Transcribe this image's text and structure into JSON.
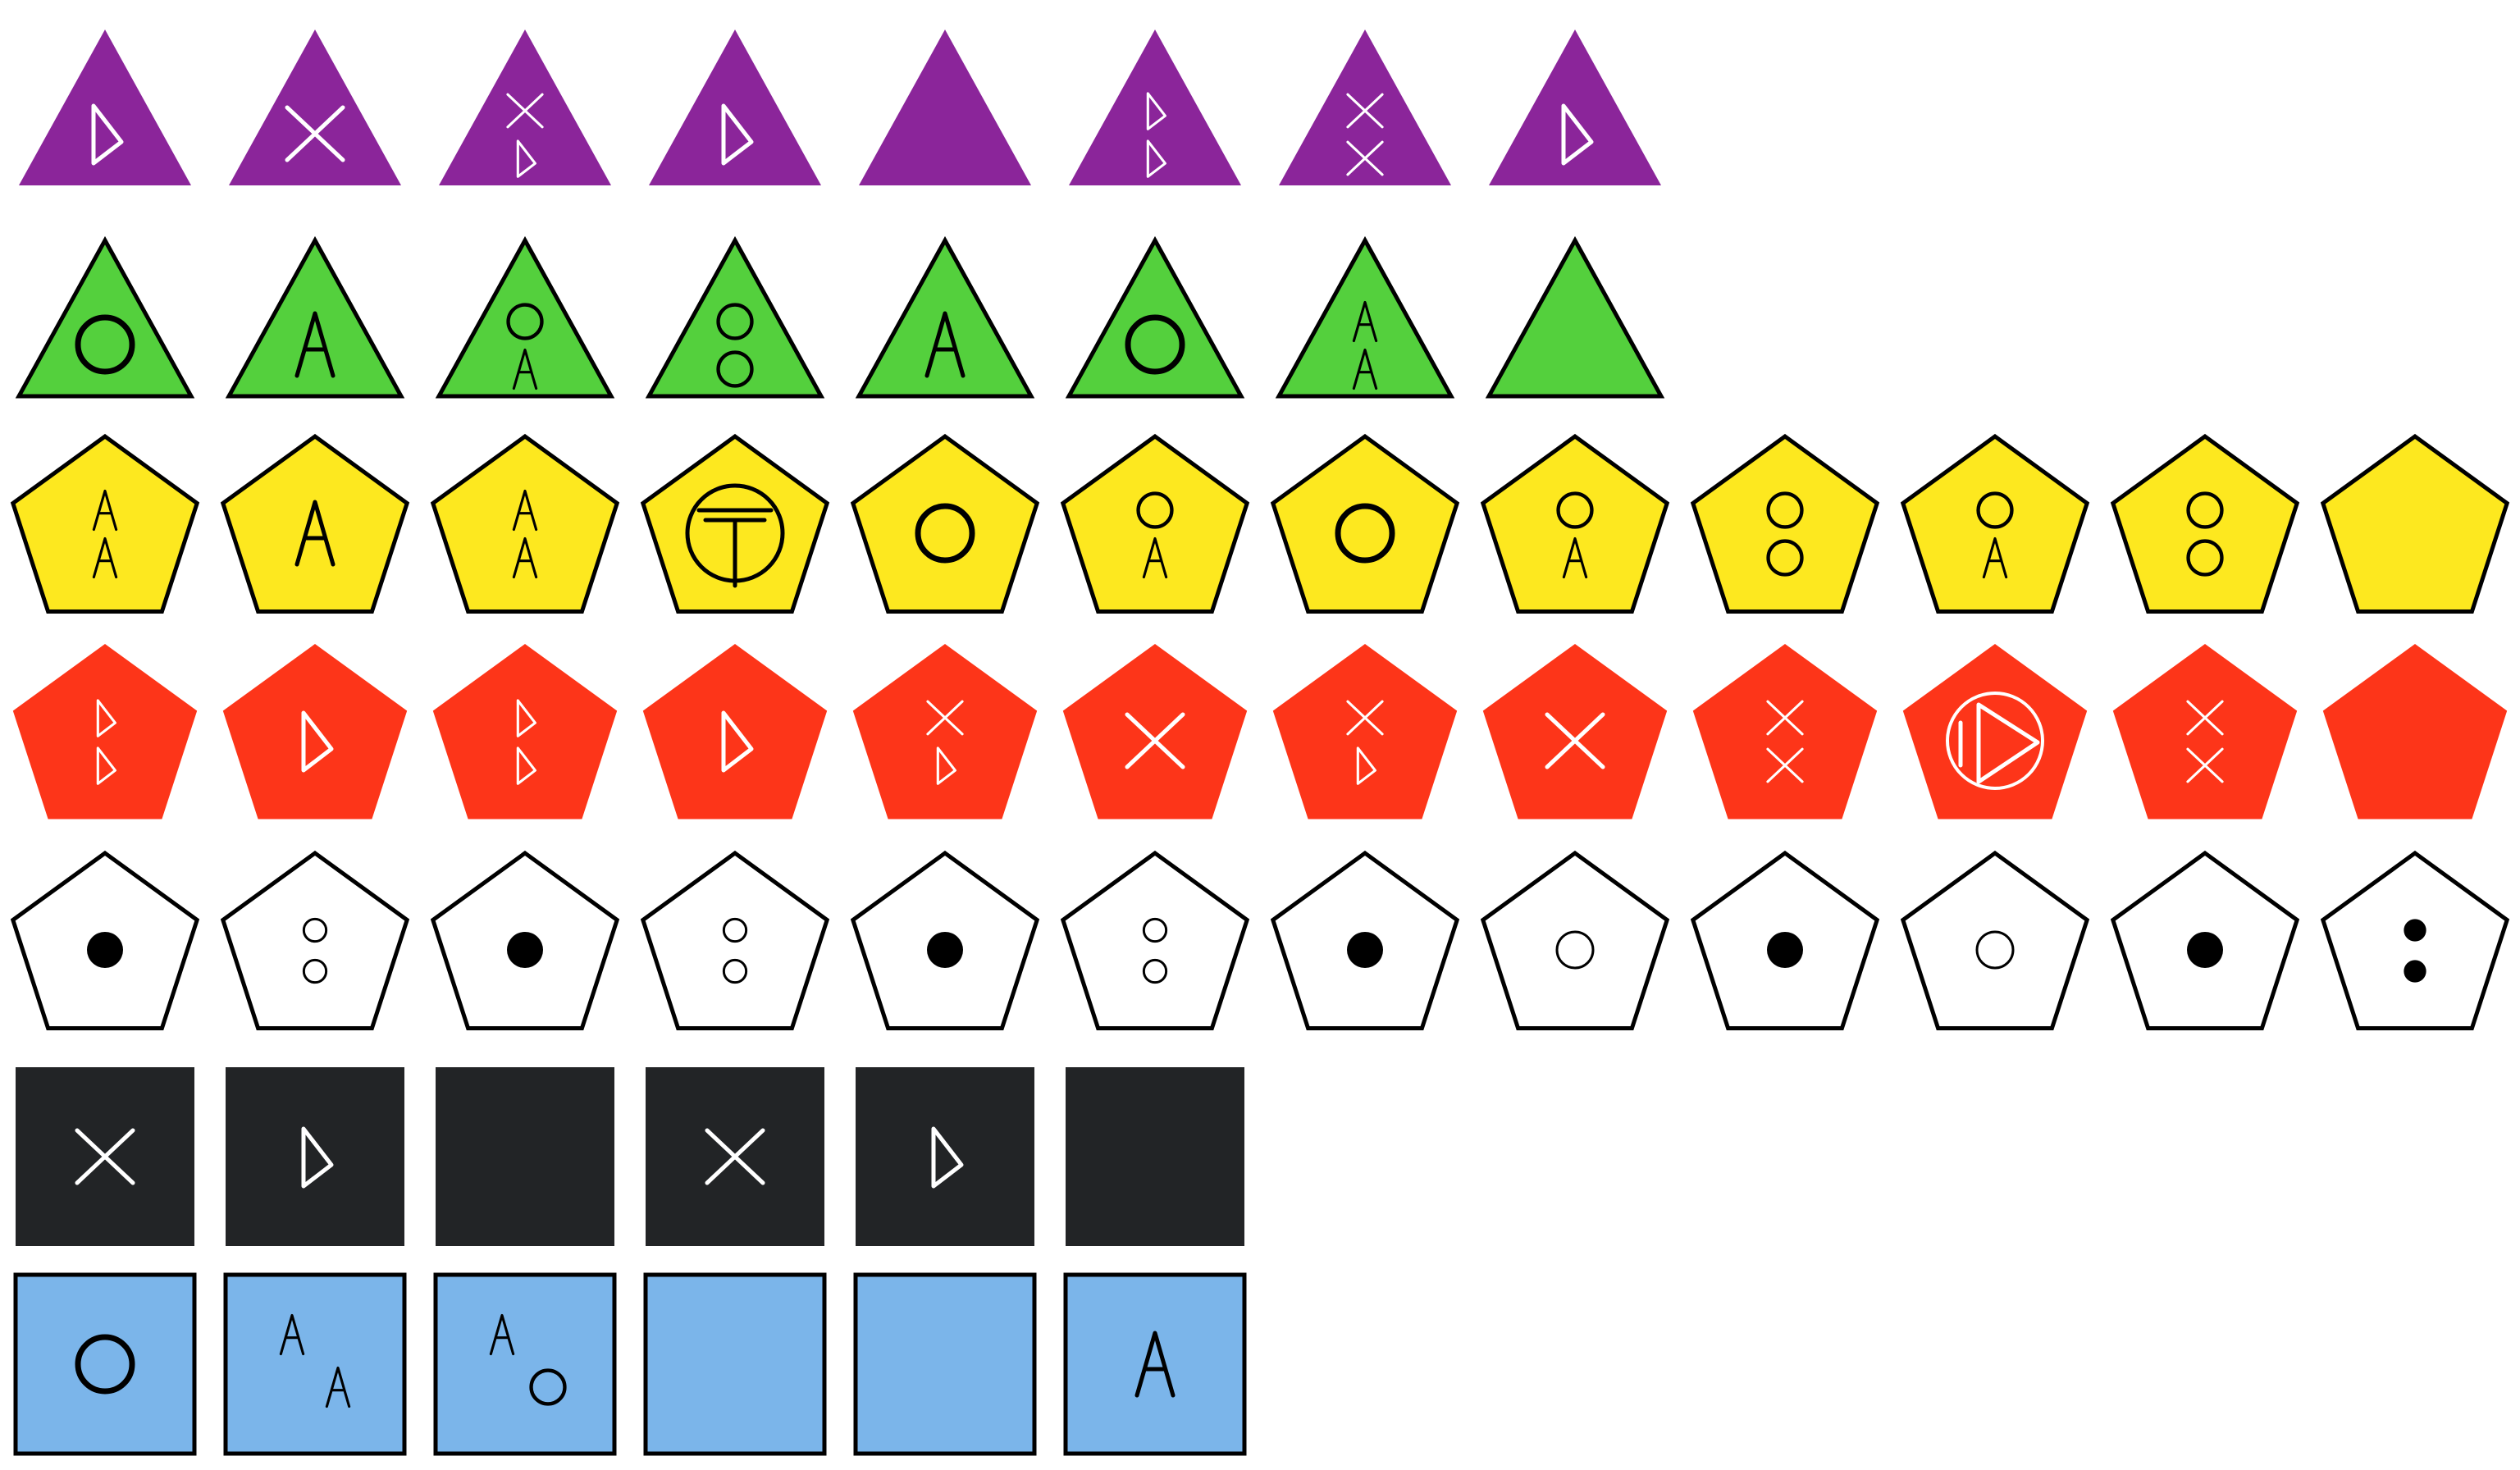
{
  "colors": {
    "purple": "#8b259a",
    "green": "#54d03d",
    "yellow": "#fde81f",
    "red": "#fd3519",
    "white": "#ffffff",
    "black": "#222426",
    "blue": "#7bb5ea",
    "outline": "#000000"
  },
  "rows": [
    {
      "shape": "triangle",
      "color": "purple",
      "outlined": false,
      "ink": "white",
      "tiles": [
        [
          "tri"
        ],
        [
          "x"
        ],
        [
          "x",
          "tri"
        ],
        [
          "tri"
        ],
        [],
        [
          "tri",
          "tri"
        ],
        [
          "x",
          "x"
        ],
        [
          "tri"
        ]
      ]
    },
    {
      "shape": "triangle",
      "color": "green",
      "outlined": true,
      "ink": "black",
      "tiles": [
        [
          "ring"
        ],
        [
          "A"
        ],
        [
          "ring",
          "A"
        ],
        [
          "ring",
          "ring"
        ],
        [
          "A"
        ],
        [
          "ring"
        ],
        [
          "A",
          "A"
        ],
        []
      ]
    },
    {
      "shape": "pentagon",
      "color": "yellow",
      "outlined": true,
      "ink": "black",
      "tiles": [
        [
          "A",
          "A"
        ],
        [
          "A"
        ],
        [
          "A",
          "A"
        ],
        [
          "taijitu"
        ],
        [
          "ring"
        ],
        [
          "ring",
          "A"
        ],
        [
          "ring"
        ],
        [
          "ring",
          "A"
        ],
        [
          "ring",
          "ring"
        ],
        [
          "ring",
          "A"
        ],
        [
          "ring",
          "ring"
        ],
        []
      ]
    },
    {
      "shape": "pentagon",
      "color": "red",
      "outlined": false,
      "ink": "white",
      "tiles": [
        [
          "tri",
          "tri"
        ],
        [
          "tri"
        ],
        [
          "tri",
          "tri"
        ],
        [
          "tri"
        ],
        [
          "x",
          "tri"
        ],
        [
          "x"
        ],
        [
          "x",
          "tri"
        ],
        [
          "x"
        ],
        [
          "x",
          "x"
        ],
        [
          "circled-tri"
        ],
        [
          "x",
          "x"
        ],
        []
      ]
    },
    {
      "shape": "pentagon",
      "color": "white",
      "outlined": true,
      "ink": "black",
      "tiles": [
        [
          "dot"
        ],
        [
          "hollow",
          "hollow"
        ],
        [
          "dot"
        ],
        [
          "hollow",
          "hollow"
        ],
        [
          "dot"
        ],
        [
          "hollow",
          "hollow"
        ],
        [
          "dot"
        ],
        [
          "hollow"
        ],
        [
          "dot"
        ],
        [
          "hollow"
        ],
        [
          "dot"
        ],
        [
          "bigdot",
          "bigdot"
        ]
      ]
    },
    {
      "shape": "square",
      "color": "black",
      "outlined": false,
      "ink": "white",
      "tiles": [
        [
          "x"
        ],
        [
          "tri"
        ],
        [],
        [
          "x"
        ],
        [
          "tri"
        ],
        []
      ]
    },
    {
      "shape": "square",
      "color": "blue",
      "outlined": true,
      "ink": "black",
      "tiles": [
        [
          "ring"
        ],
        [
          "A",
          "A"
        ],
        [
          "A",
          "ring"
        ],
        [],
        [],
        [
          "A"
        ]
      ]
    }
  ]
}
